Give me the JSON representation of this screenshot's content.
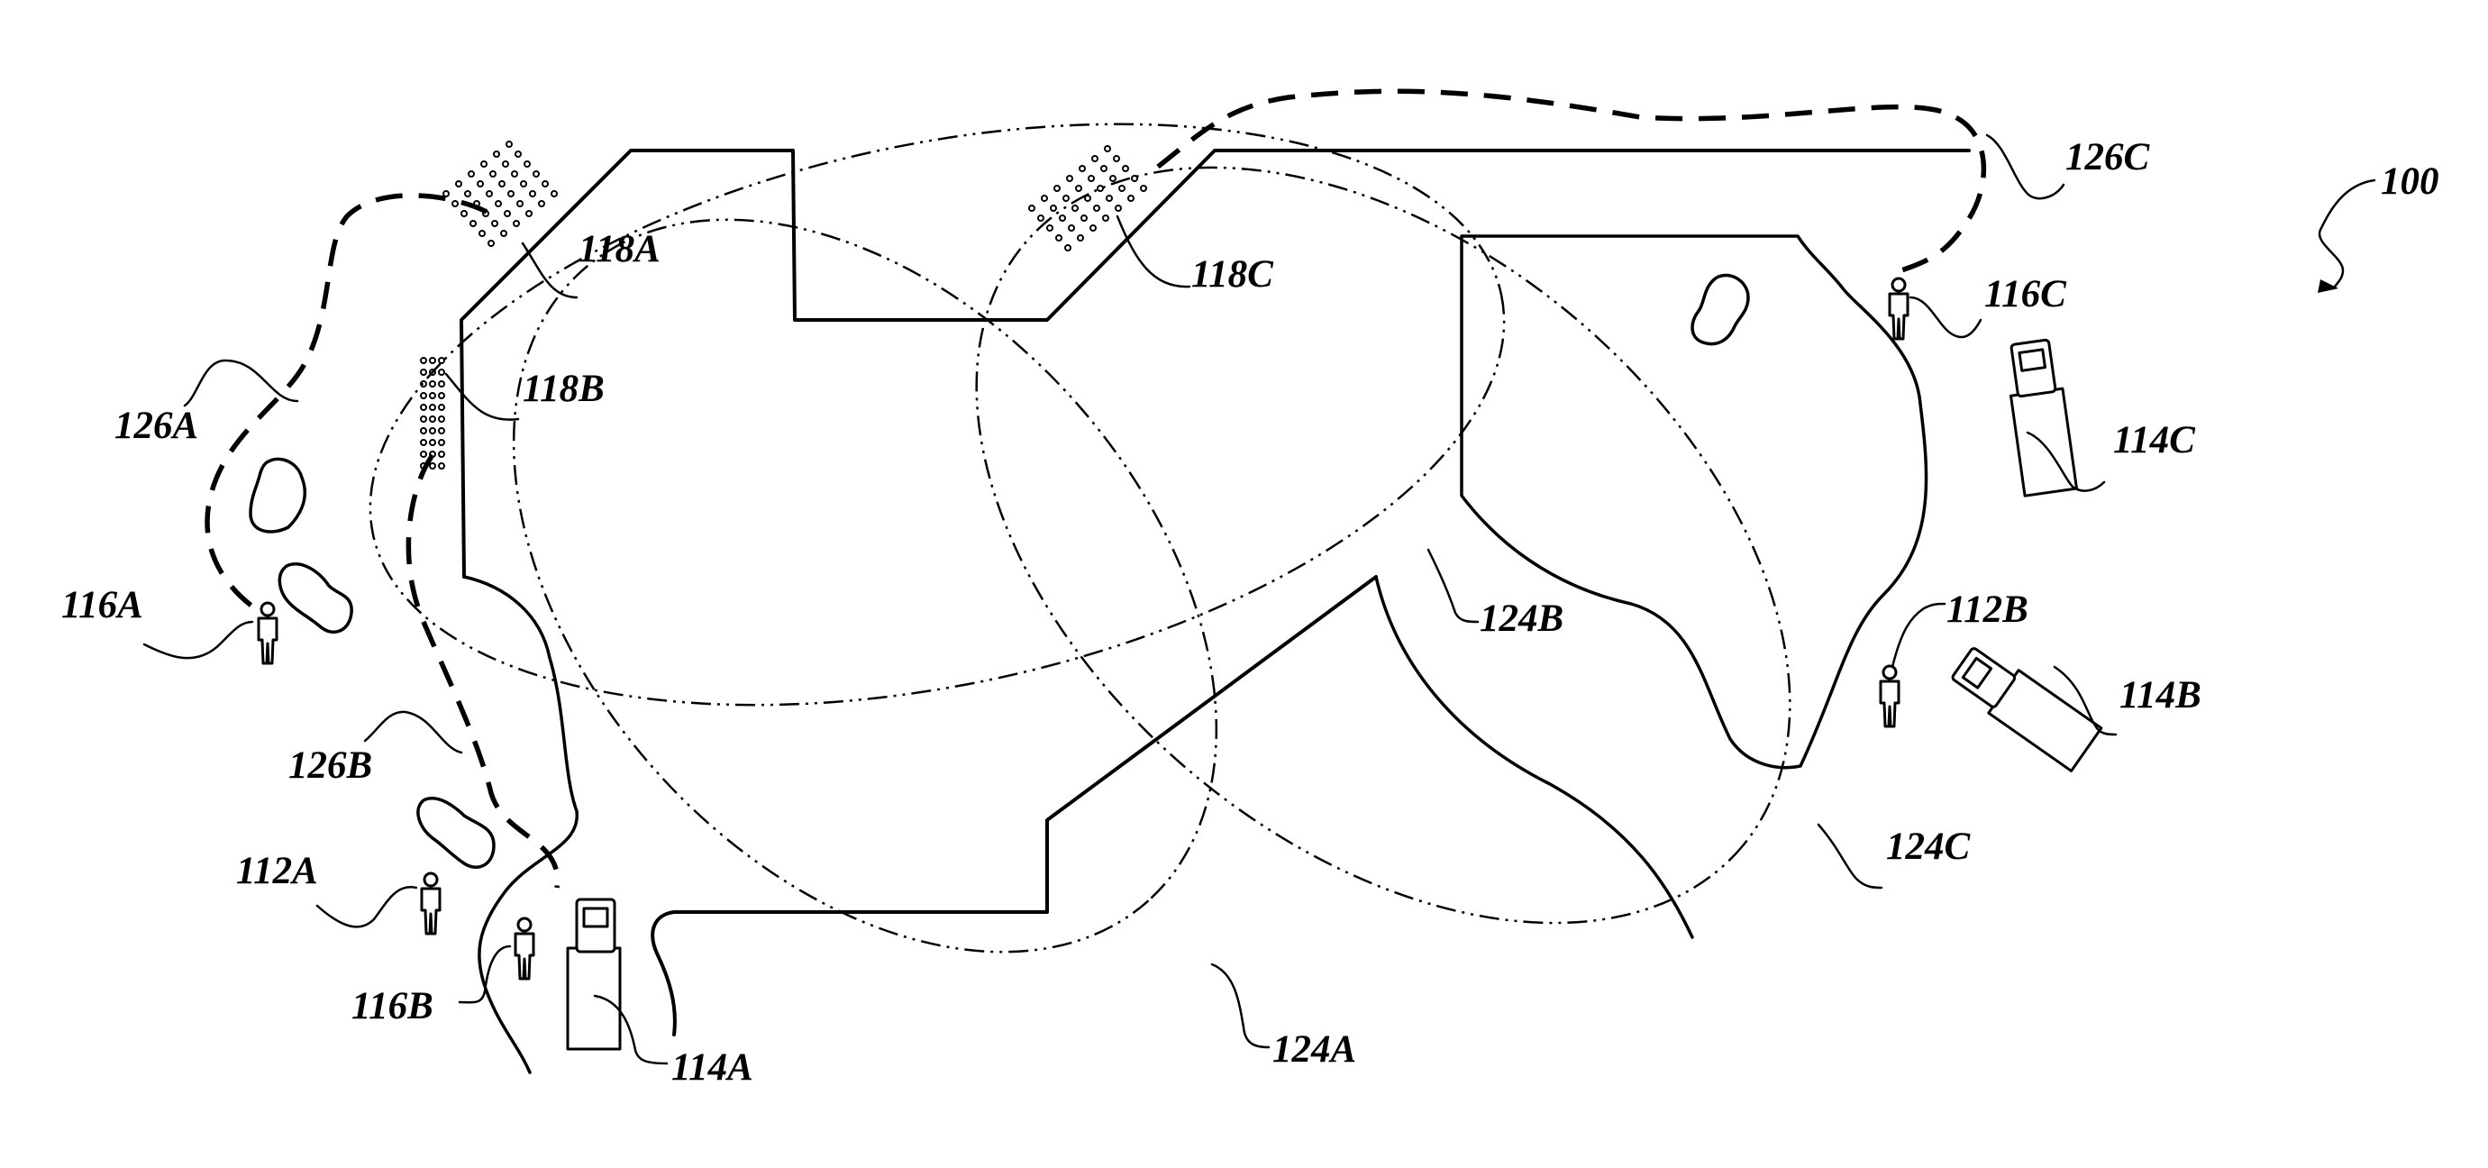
{
  "figure": {
    "number_label": "100",
    "vehicles": [
      {
        "name": "vehicle-114a",
        "label": "114A"
      },
      {
        "name": "vehicle-114b",
        "label": "114B"
      },
      {
        "name": "vehicle-114c",
        "label": "114C"
      }
    ],
    "persons": [
      {
        "name": "person-112a",
        "label": "112A"
      },
      {
        "name": "person-112b",
        "label": "112B"
      },
      {
        "name": "person-116a",
        "label": "116A"
      },
      {
        "name": "person-116b",
        "label": "116B"
      },
      {
        "name": "person-116c",
        "label": "116C"
      }
    ],
    "coverage_areas": [
      {
        "name": "coverage-area-124a",
        "label": "124A"
      },
      {
        "name": "coverage-area-124b",
        "label": "124B"
      },
      {
        "name": "coverage-area-124c",
        "label": "124C"
      }
    ],
    "dotted_zones": [
      {
        "name": "dotted-zone-118a",
        "label": "118A"
      },
      {
        "name": "dotted-zone-118b",
        "label": "118B"
      },
      {
        "name": "dotted-zone-118c",
        "label": "118C"
      }
    ],
    "routes": [
      {
        "name": "route-126a",
        "label": "126A"
      },
      {
        "name": "route-126b",
        "label": "126B"
      },
      {
        "name": "route-126c",
        "label": "126C"
      }
    ]
  }
}
